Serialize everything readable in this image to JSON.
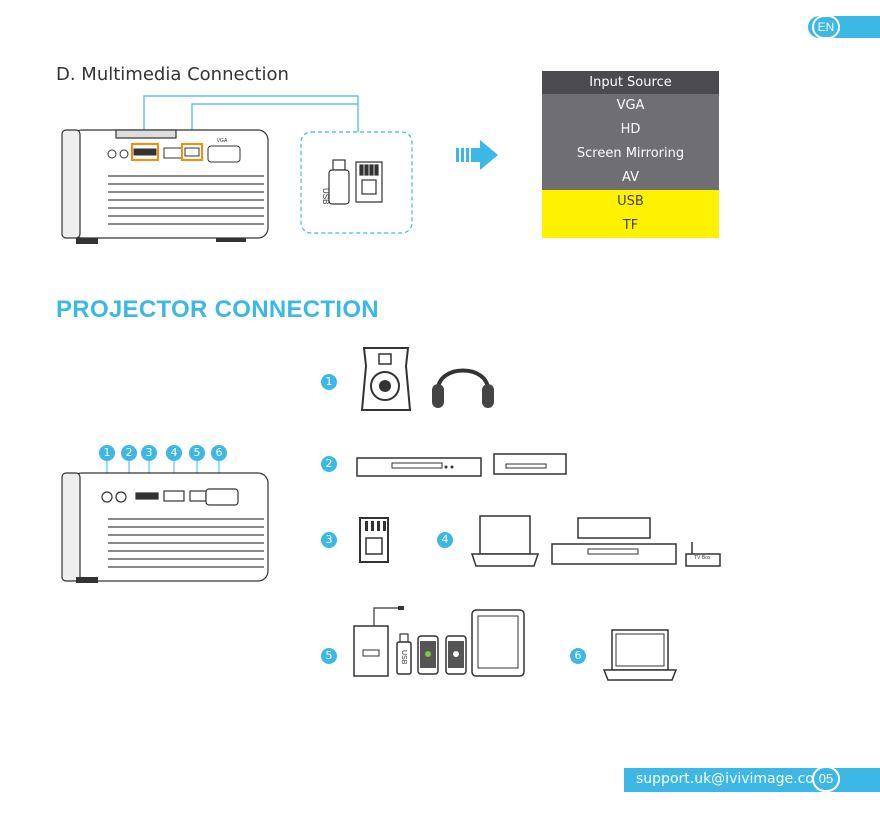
{
  "header": {
    "language_badge": "EN"
  },
  "section_d": {
    "title": "D. Multimedia Connection",
    "usb_stick_label": "USB"
  },
  "input_menu": {
    "items": [
      {
        "label": "Input Source",
        "style": "header"
      },
      {
        "label": "VGA",
        "style": "normal"
      },
      {
        "label": "HD",
        "style": "normal"
      },
      {
        "label": "Screen Mirroring",
        "style": "normal"
      },
      {
        "label": "AV",
        "style": "normal"
      },
      {
        "label": "USB",
        "style": "highlight"
      },
      {
        "label": "TF",
        "style": "highlight"
      }
    ]
  },
  "projector_connection": {
    "title": "PROJECTOR CONNECTION",
    "port_numbers": [
      "1",
      "2",
      "3",
      "4",
      "5",
      "6"
    ],
    "groups": [
      {
        "number": "1"
      },
      {
        "number": "2"
      },
      {
        "number": "3"
      },
      {
        "number": "4"
      },
      {
        "number": "5"
      },
      {
        "number": "6"
      }
    ],
    "usb_stick_label": "USB",
    "tv_box_label": "TV Box"
  },
  "footer": {
    "email": "support.uk@ivivimage.com",
    "page_number": "05"
  },
  "colors": {
    "accent": "#3cb8e6",
    "highlight": "#ff8c00",
    "menu_dark": "#4a4a4f",
    "menu_gray": "#6e6e73",
    "menu_yellow": "#fff200"
  }
}
